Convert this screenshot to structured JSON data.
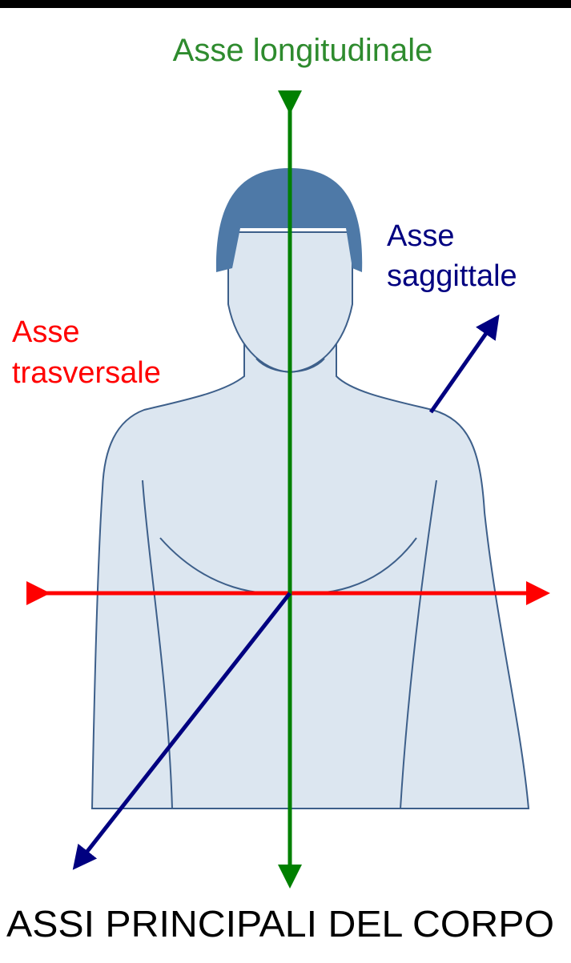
{
  "labels": {
    "longitudinal": "Asse longitudinale",
    "sagittal_line1": "Asse",
    "sagittal_line2": "saggittale",
    "transverse_line1": "Asse",
    "transverse_line2": "trasversale",
    "title": "ASSI PRINCIPALI DEL CORPO"
  },
  "colors": {
    "longitudinal": "#008000",
    "sagittal": "#000080",
    "transverse": "#ff0000",
    "skin": "#dce6f0",
    "hair": "#4e79a7",
    "outline": "#3d5f8a"
  }
}
